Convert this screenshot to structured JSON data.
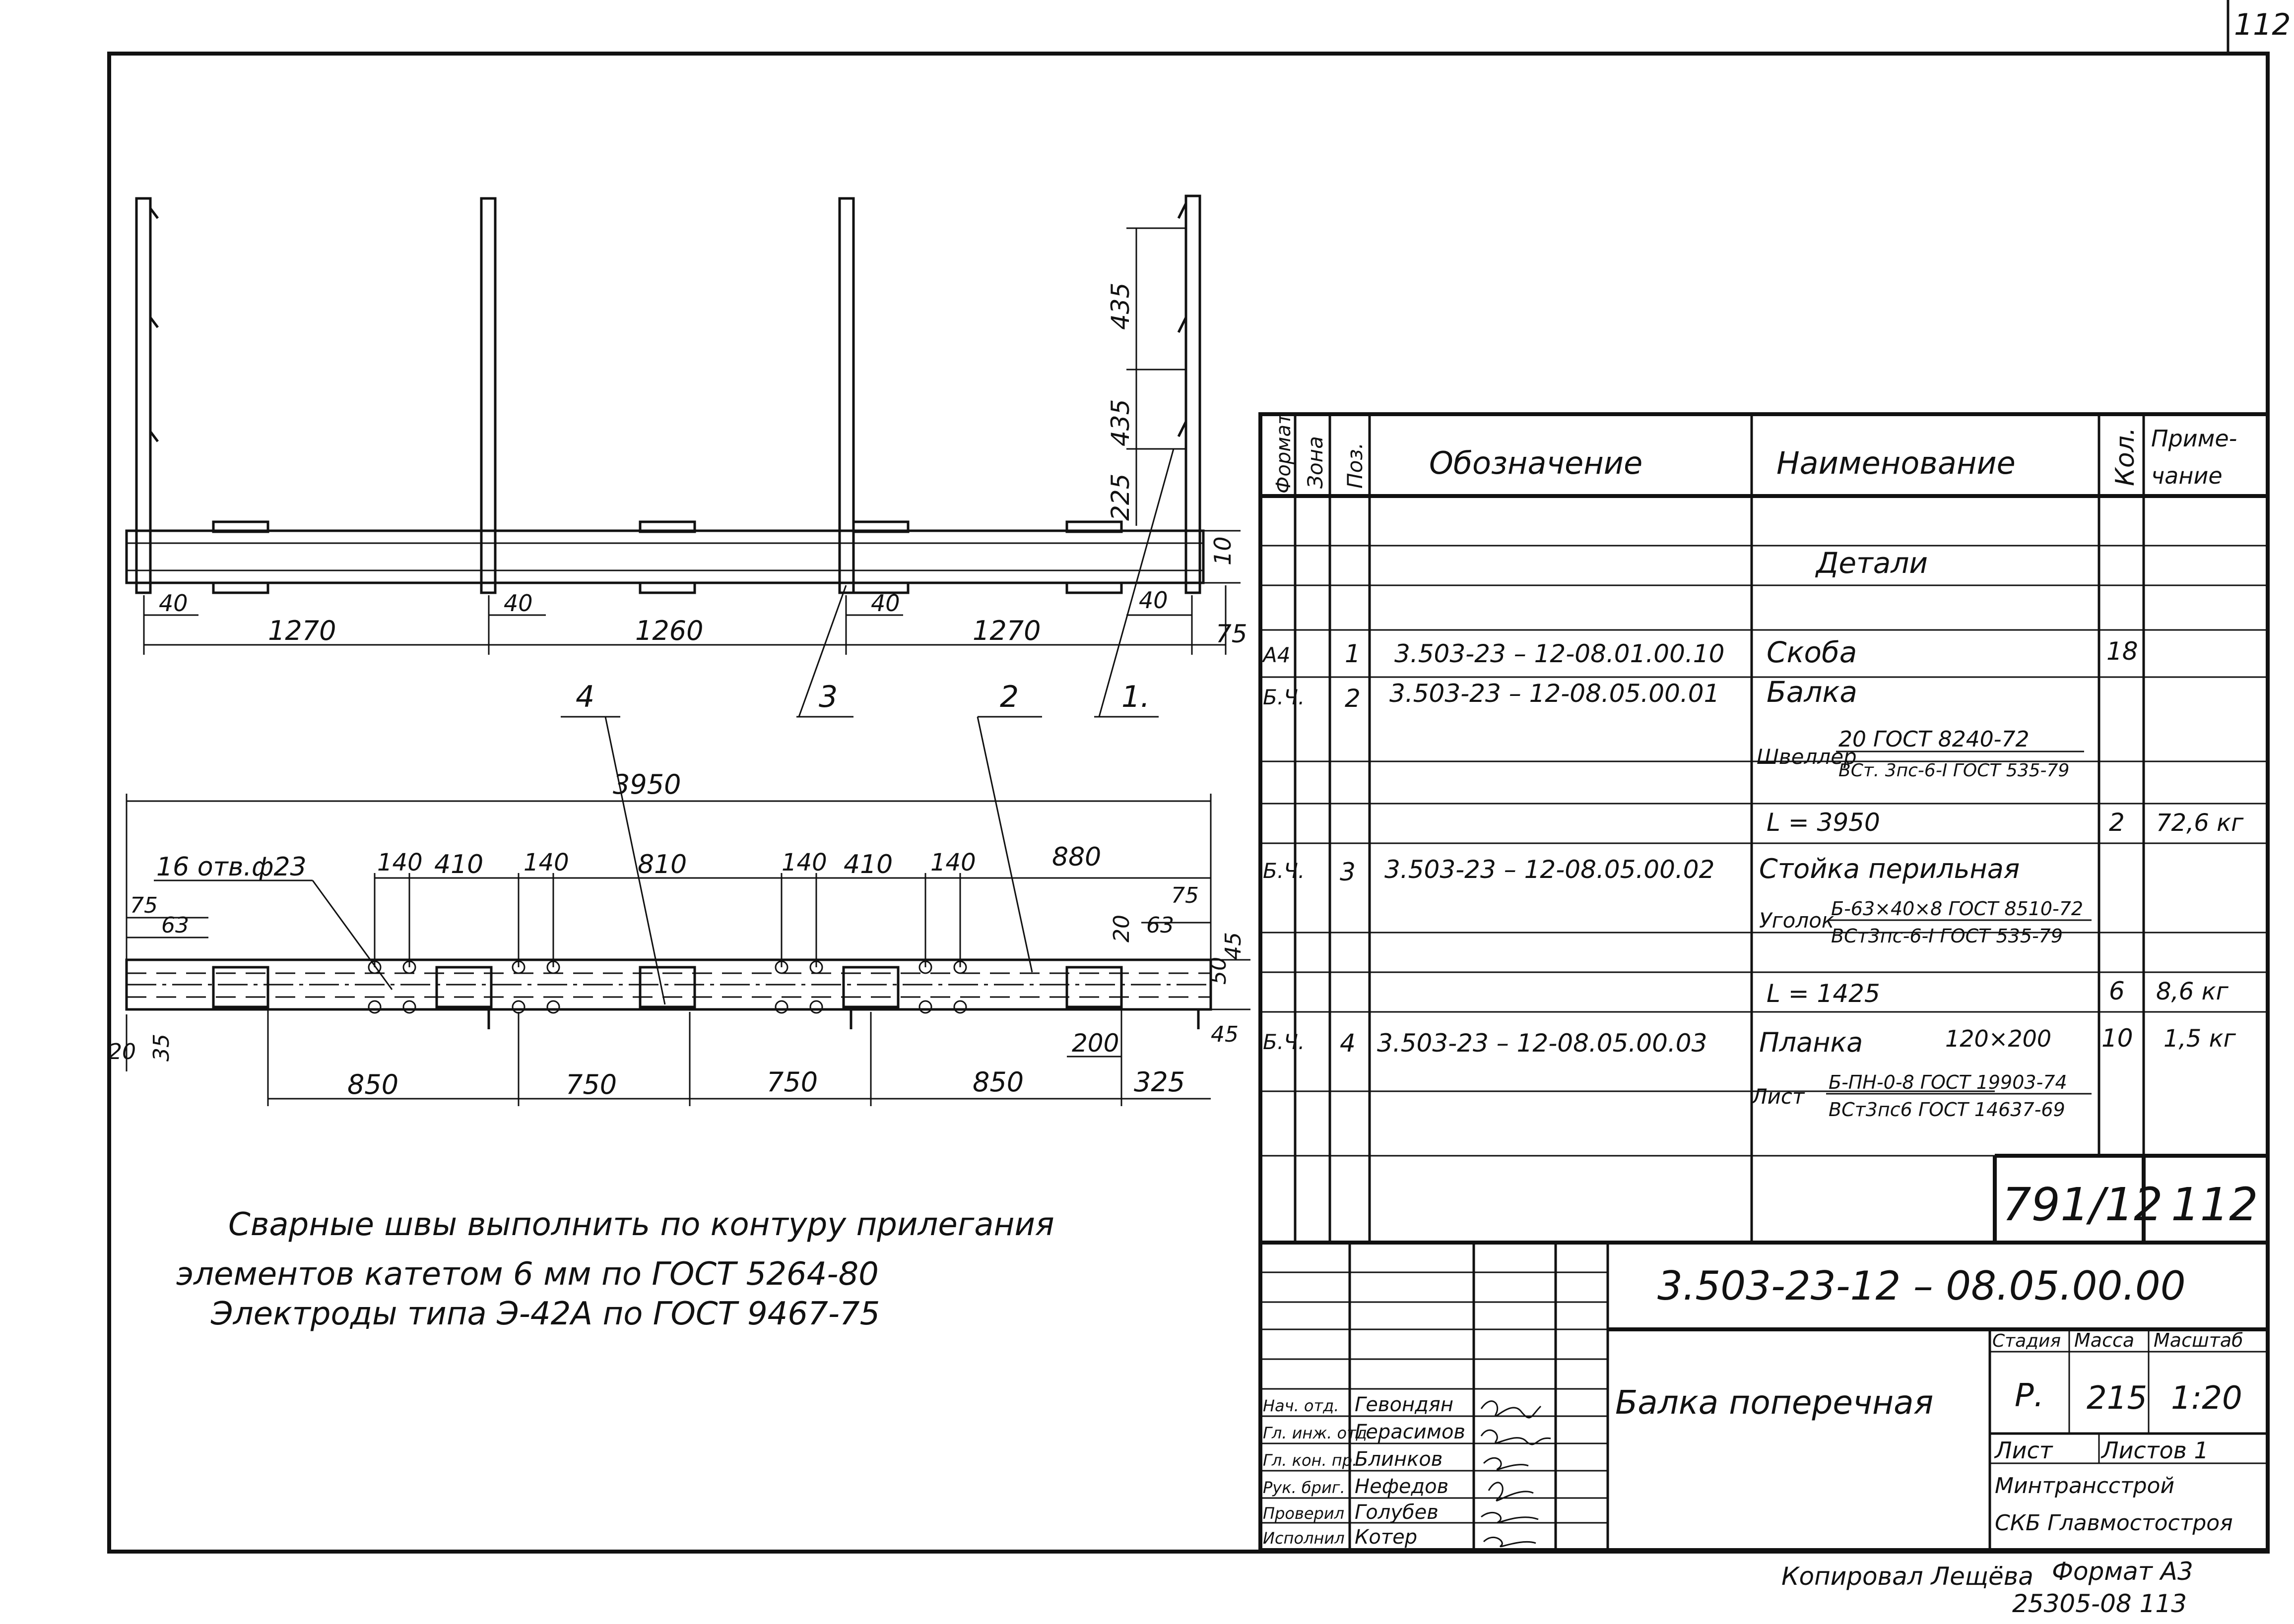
{
  "sheet": {
    "corner_page": "112",
    "copy_note": "Копировал Лещёва",
    "format_note": "Формат А3",
    "archive_note": "25305-08  113"
  },
  "views": {
    "top_dims": {
      "d40a": "40",
      "d40b": "40",
      "d40c": "40",
      "d40d": "40",
      "d1270a": "1270",
      "d1260": "1260",
      "d1270b": "1270",
      "d75": "75",
      "d10": "10",
      "v435a": "435",
      "v435b": "435",
      "v225": "225"
    },
    "callouts": {
      "c1": "1.",
      "c2": "2",
      "c3": "3",
      "c4": "4"
    },
    "bottom_dims": {
      "d3950": "3950",
      "holes": "16 отв.ф23",
      "d140a": "140",
      "d410a": "410",
      "d140b": "140",
      "d810": "810",
      "d140c": "140",
      "d410b": "410",
      "d140d": "140",
      "d880": "880",
      "d75l": "75",
      "d63l": "63",
      "d20r": "20",
      "d63r": "63",
      "d75r": "75",
      "d45r": "45",
      "d50r": "50",
      "d45r2": "45",
      "d20l": "20",
      "d35l": "35",
      "d850a": "850",
      "d750a": "750",
      "d750b": "750",
      "d850b": "850",
      "d200": "200",
      "d325": "325"
    }
  },
  "notes": [
    "Сварные швы выполнить по контуру прилегания",
    "элементов катетом 6 мм по ГОСТ 5264-80",
    "Электроды типа Э-42А по ГОСТ 9467-75"
  ],
  "spec": {
    "headers": {
      "format": "Формат",
      "zone": "Зона",
      "pos": "Поз.",
      "designation": "Обозначение",
      "name": "Наименование",
      "qty": "Кол.",
      "note_l1": "Приме-",
      "note_l2": "чание"
    },
    "section": "Детали",
    "rows": [
      {
        "format": "А4",
        "pos": "1",
        "designation": "3.503-23 – 12-08.01.00.10",
        "name": "Скоба",
        "qty": "18",
        "note": ""
      },
      {
        "format": "Б.Ч.",
        "pos": "2",
        "designation": "3.503-23 – 12-08.05.00.01",
        "name": "Балка",
        "qty": "",
        "note": ""
      },
      {
        "format": "Б.Ч.",
        "pos": "3",
        "designation": "3.503-23 – 12-08.05.00.02",
        "name": "Стойка перильная",
        "qty": "",
        "note": ""
      },
      {
        "format": "Б.Ч.",
        "pos": "4",
        "designation": "3.503-23 – 12-08.05.00.03",
        "name": "Планка",
        "qty": "10",
        "note": "1,5 кг"
      }
    ],
    "materials": {
      "shveller_prefix": "Швеллер",
      "shveller_top": "20 ГОСТ 8240-72",
      "shveller_bottom": "ВСт. 3пс-6-I ГОСТ 535-79",
      "shveller_len": "L = 3950",
      "shveller_qty": "2",
      "shveller_mass": "72,6 кг",
      "ugolok_prefix": "Уголок",
      "ugolok_top": "Б-63×40×8 ГОСТ 8510-72",
      "ugolok_bottom": "ВСт3пс-6-I ГОСТ 535-79",
      "ugolok_len": "L = 1425",
      "ugolok_qty": "6",
      "ugolok_mass": "8,6 кг",
      "planka_size": "120×200",
      "list_prefix": "Лист",
      "list_top": "Б-ПН-0-8 ГОСТ 19903-74",
      "list_bottom": "ВСт3пс6 ГОСТ 14637-69"
    },
    "stamp_num": "791/12",
    "stamp_page": "112"
  },
  "title_block": {
    "doc_number": "3.503-23-12 – 08.05.00.00",
    "name": "Балка поперечная",
    "stage_label": "Стадия",
    "mass_label": "Масса",
    "scale_label": "Масштаб",
    "stage": "Р.",
    "mass": "215",
    "scale": "1:20",
    "sheet_label": "Лист",
    "sheets_label": "Листов 1",
    "org1": "Минтрансстрой",
    "org2": "СКБ Главмостостроя",
    "roles": [
      "Нач. отд.",
      "Гл. инж. отд.",
      "Гл. кон. пр.",
      "Рук. бриг.",
      "Проверил",
      "Исполнил"
    ],
    "names": [
      "Гевондян",
      "Герасимов",
      "Блинков",
      "Нефедов",
      "Голубев",
      "Котер"
    ]
  }
}
